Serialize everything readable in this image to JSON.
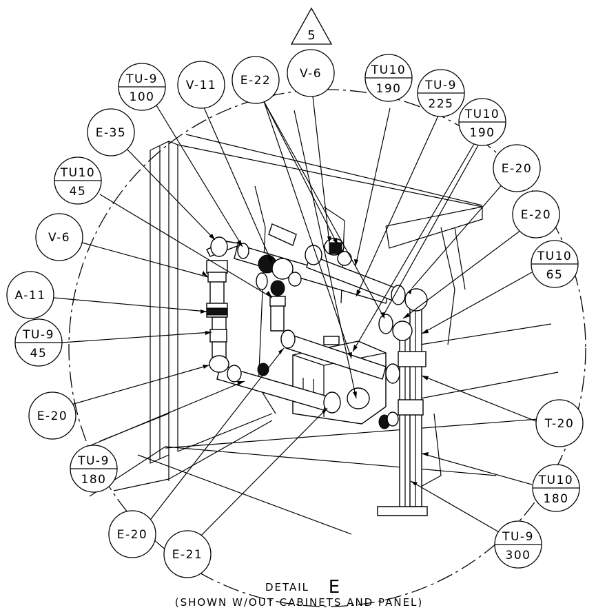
{
  "revision_marker": "5",
  "callouts": [
    {
      "id": "tu9-100",
      "top": "TU-9",
      "bottom": "100"
    },
    {
      "id": "v11",
      "top": "V-11",
      "bottom": ""
    },
    {
      "id": "e22",
      "top": "E-22",
      "bottom": ""
    },
    {
      "id": "v6-top",
      "top": "V-6",
      "bottom": ""
    },
    {
      "id": "tu10-190a",
      "top": "TU10",
      "bottom": "190"
    },
    {
      "id": "tu9-225",
      "top": "TU-9",
      "bottom": "225"
    },
    {
      "id": "tu10-190b",
      "top": "TU10",
      "bottom": "190"
    },
    {
      "id": "e35",
      "top": "E-35",
      "bottom": ""
    },
    {
      "id": "tu10-45",
      "top": "TU10",
      "bottom": "45"
    },
    {
      "id": "e20-right-a",
      "top": "E-20",
      "bottom": ""
    },
    {
      "id": "e20-right-b",
      "top": "E-20",
      "bottom": ""
    },
    {
      "id": "v6-left",
      "top": "V-6",
      "bottom": ""
    },
    {
      "id": "tu10-65",
      "top": "TU10",
      "bottom": "65"
    },
    {
      "id": "a11",
      "top": "A-11",
      "bottom": ""
    },
    {
      "id": "tu9-45",
      "top": "TU-9",
      "bottom": "45"
    },
    {
      "id": "e20-left",
      "top": "E-20",
      "bottom": ""
    },
    {
      "id": "t20",
      "top": "T-20",
      "bottom": ""
    },
    {
      "id": "tu10-180",
      "top": "TU10",
      "bottom": "180"
    },
    {
      "id": "tu9-180",
      "top": "TU-9",
      "bottom": "180"
    },
    {
      "id": "e20-bottom",
      "top": "E-20",
      "bottom": ""
    },
    {
      "id": "tu9-300",
      "top": "TU-9",
      "bottom": "300"
    },
    {
      "id": "e21",
      "top": "E-21",
      "bottom": ""
    }
  ],
  "caption": {
    "detail_prefix": "DETAIL",
    "detail_letter": "E",
    "note": "(SHOWN W/OUT CABINETS AND PANEL)"
  }
}
